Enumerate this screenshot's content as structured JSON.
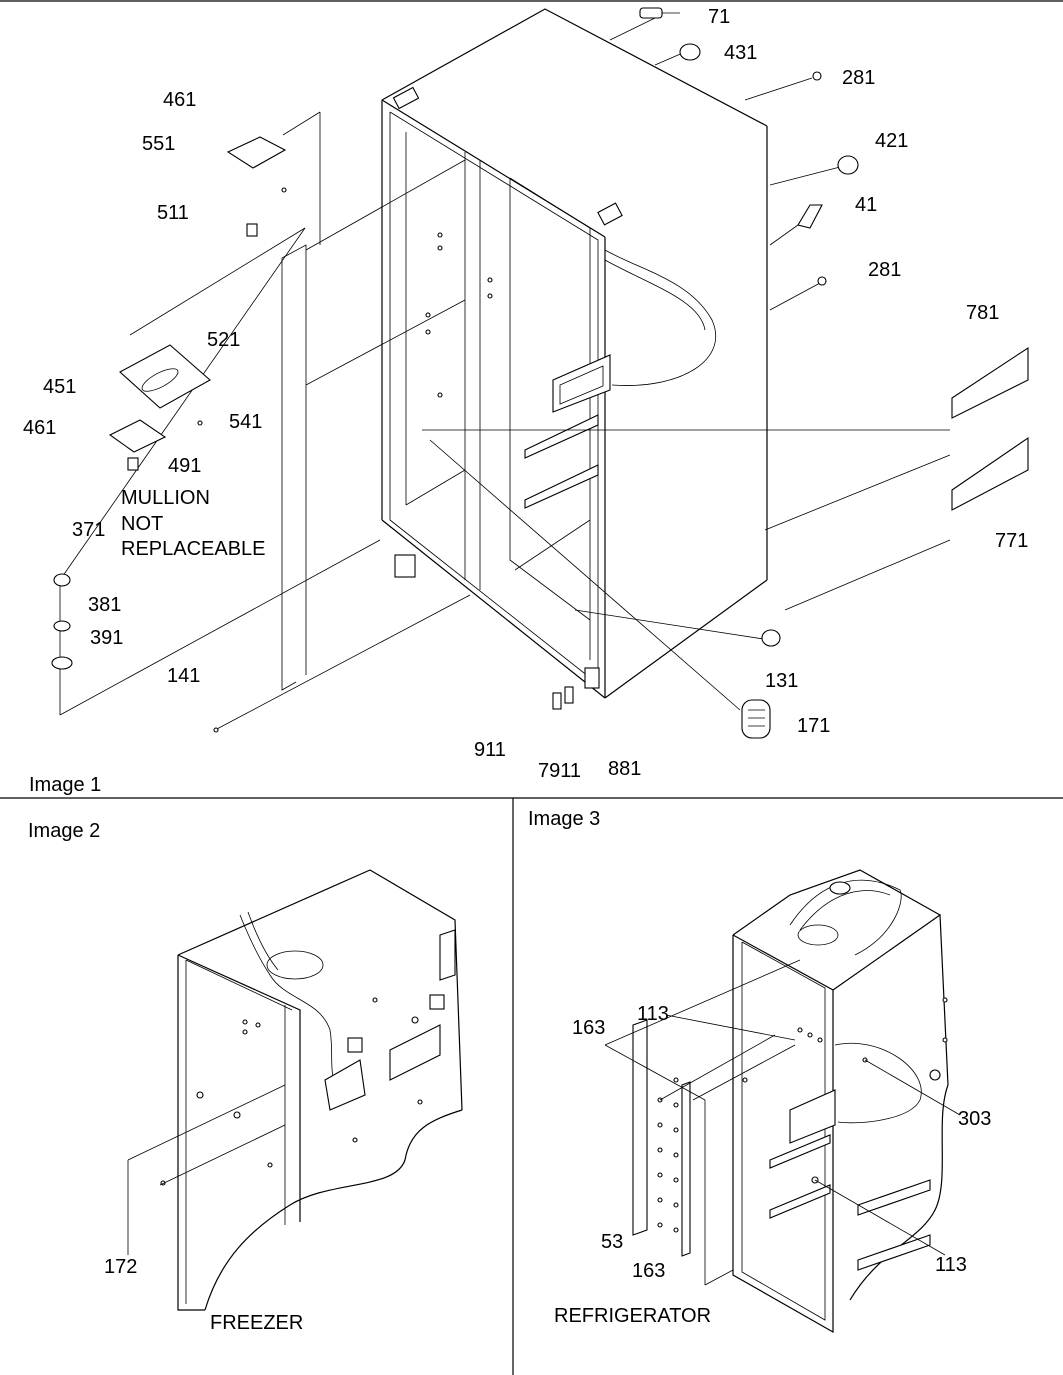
{
  "figure": {
    "image1": {
      "label": "Image 1",
      "note_lines": [
        "MULLION",
        "NOT",
        "REPLACEABLE"
      ],
      "callouts": [
        "71",
        "431",
        "281",
        "421",
        "41",
        "281",
        "781",
        "771",
        "461",
        "551",
        "511",
        "521",
        "451",
        "541",
        "461",
        "491",
        "371",
        "381",
        "391",
        "141",
        "131",
        "171",
        "911",
        "7911",
        "881"
      ]
    },
    "image2": {
      "label": "Image 2",
      "caption": "FREEZER",
      "callouts": [
        "172"
      ]
    },
    "image3": {
      "label": "Image 3",
      "caption": "REFRIGERATOR",
      "callouts": [
        "163",
        "113",
        "303",
        "53",
        "163",
        "113"
      ]
    }
  }
}
